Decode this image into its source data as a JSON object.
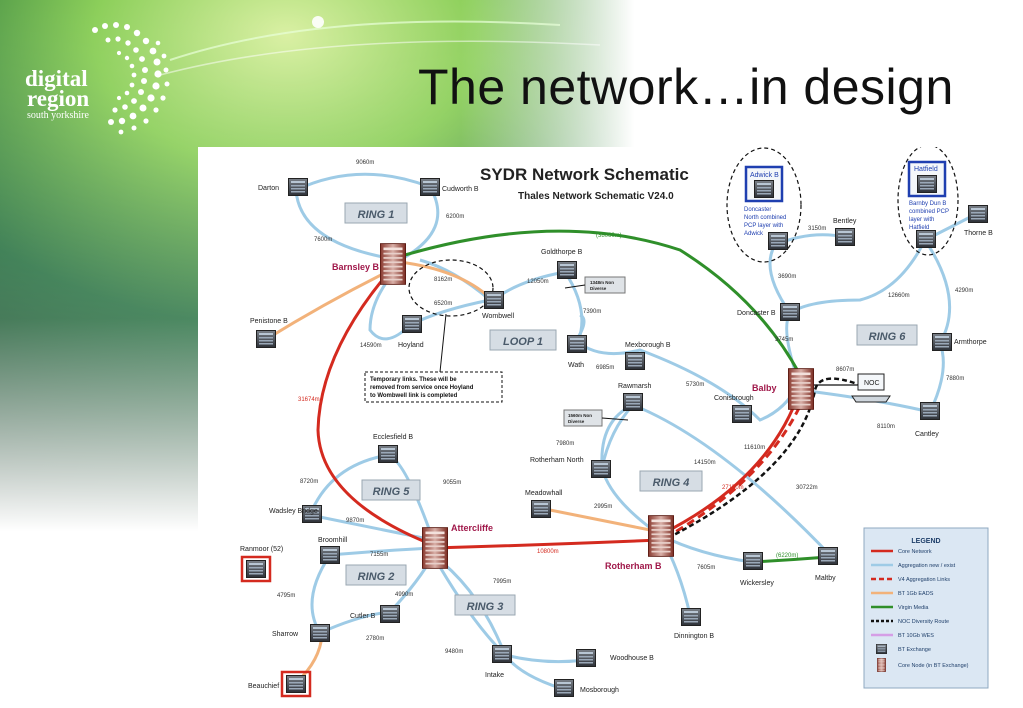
{
  "slide": {
    "title": "The network…in design",
    "logo": {
      "line1": "digital",
      "line2": "region",
      "line3": "south yorkshire"
    }
  },
  "schematic": {
    "title": "SYDR Network Schematic",
    "subtitle": "Thales Network Schematic V24.0",
    "rings": [
      {
        "label": "RING 1"
      },
      {
        "label": "LOOP 1"
      },
      {
        "label": "RING 5"
      },
      {
        "label": "RING 2"
      },
      {
        "label": "RING 3"
      },
      {
        "label": "RING 4"
      },
      {
        "label": "RING 6"
      }
    ],
    "core_nodes": [
      {
        "label": "Barnsley B"
      },
      {
        "label": "Attercliffe"
      },
      {
        "label": "Rotherham B"
      },
      {
        "label": "Balby"
      }
    ],
    "nodes": [
      {
        "label": "Darton"
      },
      {
        "label": "Cudworth B"
      },
      {
        "label": "Penistone B"
      },
      {
        "label": "Hoyland"
      },
      {
        "label": "Wombwell"
      },
      {
        "label": "Goldthorpe B"
      },
      {
        "label": "Wath"
      },
      {
        "label": "Mexborough B"
      },
      {
        "label": "Rawmarsh"
      },
      {
        "label": "Conisbrough"
      },
      {
        "label": "Rotherham North"
      },
      {
        "label": "Ecclesfield B"
      },
      {
        "label": "Wadsley Bridge"
      },
      {
        "label": "Ranmoor (52)"
      },
      {
        "label": "Broomhill"
      },
      {
        "label": "Sharrow"
      },
      {
        "label": "Cutler B"
      },
      {
        "label": "Beauchief"
      },
      {
        "label": "Intake"
      },
      {
        "label": "Woodhouse B"
      },
      {
        "label": "Mosborough"
      },
      {
        "label": "Meadowhall"
      },
      {
        "label": "Dinnington B"
      },
      {
        "label": "Wickersley"
      },
      {
        "label": "Maltby"
      },
      {
        "label": "Doncaster B"
      },
      {
        "label": "Bentley"
      },
      {
        "label": "Thorne B"
      },
      {
        "label": "Armthorpe"
      },
      {
        "label": "Cantley"
      },
      {
        "label": "NOC"
      },
      {
        "label": "Adwick B"
      },
      {
        "label": "Hatfield"
      }
    ],
    "link_lengths": [
      "9060m",
      "6200m",
      "7600m",
      "8162m",
      "6520m",
      "14590m",
      "12050m",
      "7390m",
      "6985m",
      "5730m",
      "(38060m)",
      "31674m",
      "8720m",
      "9055m",
      "9870m",
      "7155m",
      "4990m",
      "4795m",
      "2780m",
      "7995m",
      "9480m",
      "10800m",
      "2995m",
      "7980m",
      "14150m",
      "27150m",
      "30722m",
      "11610m",
      "7605m",
      "(6220m)",
      "3745m",
      "8607m",
      "8110m",
      "7880m",
      "4290m",
      "12660m",
      "3690m",
      "3150m"
    ],
    "callouts": {
      "temporary": "Temporary links.  These will be removed from service once Hoyland to Wombwell  link is completed",
      "non_diverse_1": "1348m Non Diverse",
      "non_diverse_2": "1560m Non Diverse",
      "adwick_note": "Doncaster North combined PCP layer with Adwick",
      "hatfield_note": "Barnby Dun B combined PCP layer with Hatfield"
    },
    "legend": {
      "title": "LEGEND",
      "items": [
        {
          "label": "Core Network",
          "color": "#d42a1f"
        },
        {
          "label": "Aggregation new / exist",
          "color": "#9ecbe6"
        },
        {
          "label": "V4 Aggregation Links",
          "color": "#d42a1f"
        },
        {
          "label": "BT 1Gb EADS",
          "color": "#f2b27a"
        },
        {
          "label": "Virgin Media",
          "color": "#2f8f2a"
        },
        {
          "label": "NOC Diversity Route",
          "color": "#111111"
        },
        {
          "label": "BT 10Gb WES",
          "color": "#d59ee6"
        },
        {
          "label": "BT Exchange",
          "color": "#555555"
        },
        {
          "label": "Core Node (in BT Exchange)",
          "color": "#c0392b"
        }
      ]
    }
  }
}
